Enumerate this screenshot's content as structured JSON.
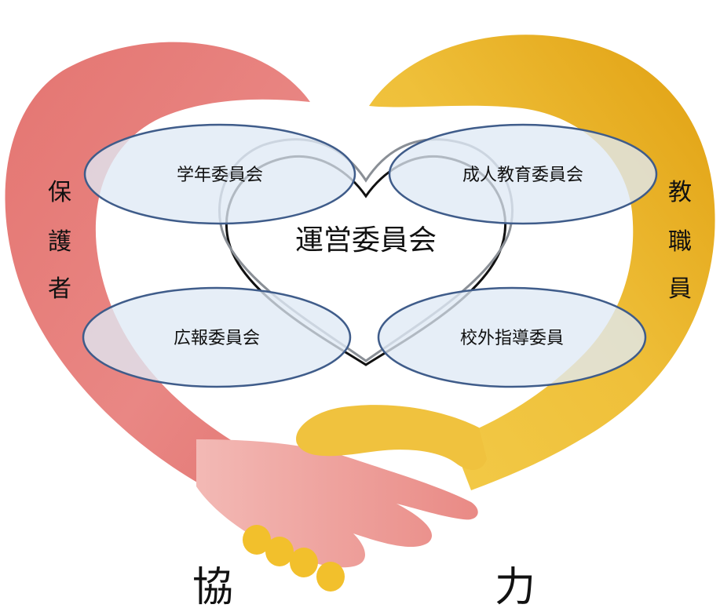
{
  "center_label": "運営委員会",
  "committees": {
    "top_left": "学年委員会",
    "top_right": "成人教育委員会",
    "bottom_left": "広報委員会",
    "bottom_right": "校外指導委員"
  },
  "left_side": {
    "chars": [
      "保",
      "護",
      "者"
    ]
  },
  "right_side": {
    "chars": [
      "教",
      "職",
      "員"
    ]
  },
  "bottom_chars": [
    "協",
    "力"
  ],
  "colors": {
    "left_hand": "#e57b77",
    "right_hand": "#eab32a",
    "ellipse_fill": "#dfe9f5",
    "ellipse_stroke": "#3f5c8a",
    "heart_outline": "#111111",
    "overlay_heart": "#8a8f96"
  }
}
